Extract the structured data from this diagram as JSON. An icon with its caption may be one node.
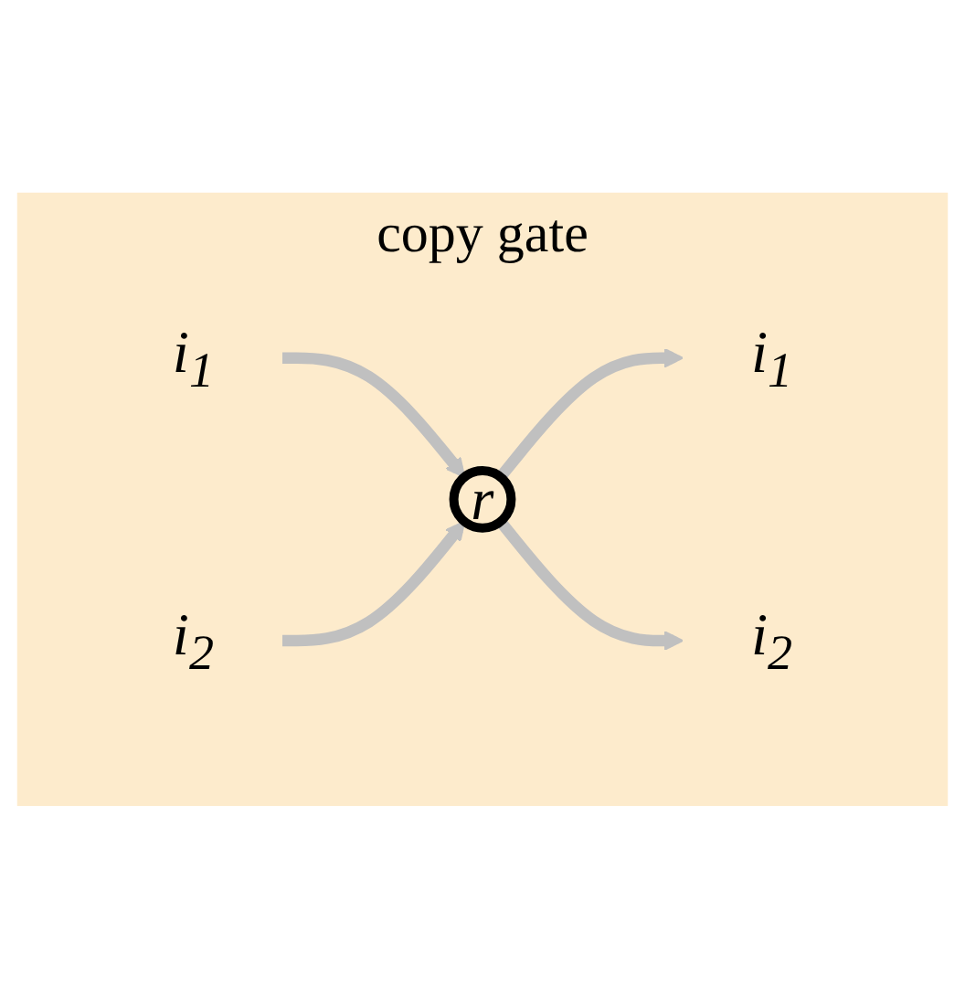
{
  "diagram": {
    "nodes": [
      {
        "text": [
          "copy gate"
        ]
      },
      {
        "text": [
          "i$_{1}$"
        ],
        "in": 0
      },
      {
        "text": [
          "i$_{1}$"
        ],
        "in": 0
      },
      {
        "text": [
          "r"
        ],
        "in": 0
      },
      {
        "text": [
          "i$_{2}$"
        ],
        "in": 0
      },
      {
        "text": [
          "i$_{2}$"
        ],
        "in": 0
      }
    ],
    "edges": [
      {
        "from": 1,
        "to": 3,
        "arrow": "to"
      },
      {
        "from": 3,
        "to": 2,
        "arrow": "to"
      },
      {
        "from": 4,
        "to": 3,
        "arrow": "to"
      },
      {
        "from": 3,
        "to": 5,
        "arrow": "to"
      }
    ]
  }
}
